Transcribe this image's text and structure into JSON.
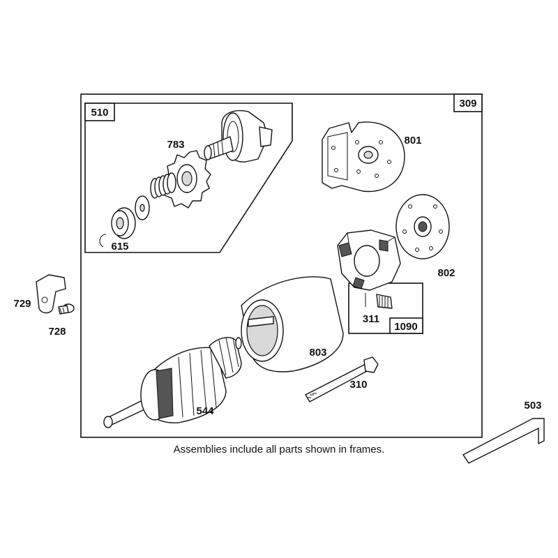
{
  "frames": {
    "main": "309",
    "drive_assembly": "510",
    "brush_assembly": "1090"
  },
  "parts": {
    "p783": "783",
    "p801": "801",
    "p615": "615",
    "p802": "802",
    "p729": "729",
    "p728": "728",
    "p311": "311",
    "p803": "803",
    "p310": "310",
    "p544": "544",
    "p503": "503"
  },
  "caption": "Assemblies include all parts shown in frames."
}
